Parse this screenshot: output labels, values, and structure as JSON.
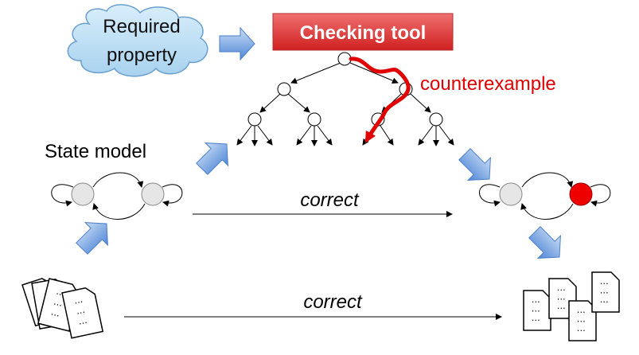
{
  "required_property": [
    "Required",
    "property"
  ],
  "checking_tool": "Checking tool",
  "counterexample": "counterexample",
  "state_model": "State model",
  "correct_top": "correct",
  "correct_bottom": "correct",
  "doc_dots": "…",
  "colors": {
    "cloud_fill": "#b7dcf2",
    "cloud_stroke": "#6a9fd0",
    "tool_fill": "#e04848",
    "tool_text": "#ffffff",
    "counterexample": "#e00000",
    "state_gray": "#e6e6e6",
    "state_error": "#ee0000",
    "arrow_blue": "#6fa3e0"
  }
}
